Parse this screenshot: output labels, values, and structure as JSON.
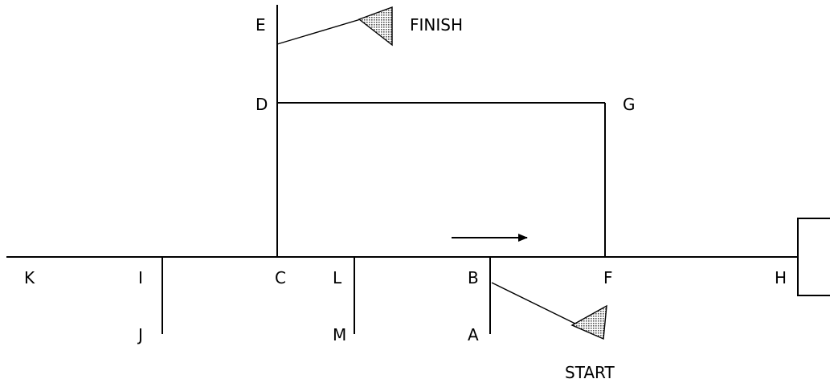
{
  "points": {
    "A": "A",
    "B": "B",
    "C": "C",
    "D": "D",
    "E": "E",
    "F": "F",
    "G": "G",
    "H": "H",
    "I": "I",
    "J": "J",
    "K": "K",
    "L": "L",
    "M": "M"
  },
  "flags": {
    "start": "START",
    "finish": "FINISH"
  },
  "colors": {
    "line": "#000000",
    "flag_fill": "#8a8a8a",
    "background": "#ffffff"
  },
  "icons": {
    "start_flag": "pennant-flag-icon",
    "finish_flag": "pennant-flag-icon",
    "direction_arrow": "arrow-right-icon"
  }
}
